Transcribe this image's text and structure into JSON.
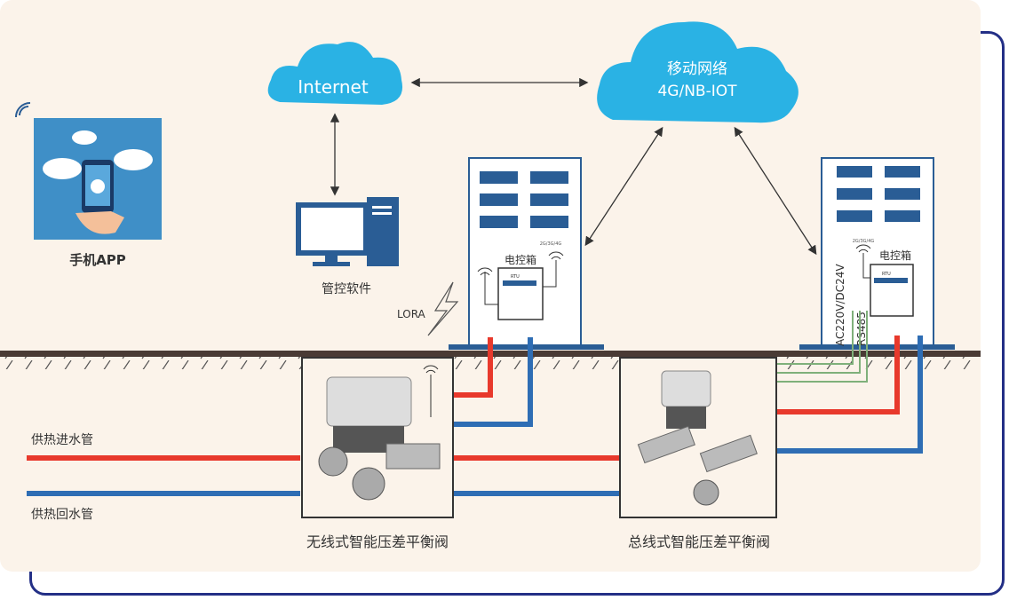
{
  "cloud_internet": "Internet",
  "cloud_mobile": {
    "line1": "移动网络",
    "line2": "4G/NB-IOT"
  },
  "phone_app": "手机APP",
  "pc_software": "管控软件",
  "lora": "LORA",
  "control_box": {
    "title": "电控箱",
    "unit": "RTU",
    "network": "2G/3G/4G"
  },
  "power_label": "AC220V/DC24V",
  "bus_label": "RS485",
  "supply_pipe": "供热进水管",
  "return_pipe": "供热回水管",
  "wireless_valve": "无线式智能压差平衡阀",
  "bus_valve": "总线式智能压差平衡阀",
  "colors": {
    "supply": "#e8392c",
    "return": "#2e6db4",
    "building": "#2a5d95",
    "frame": "#232f86",
    "ground": "#4a3b35",
    "cloud": "#2ab2e4"
  }
}
